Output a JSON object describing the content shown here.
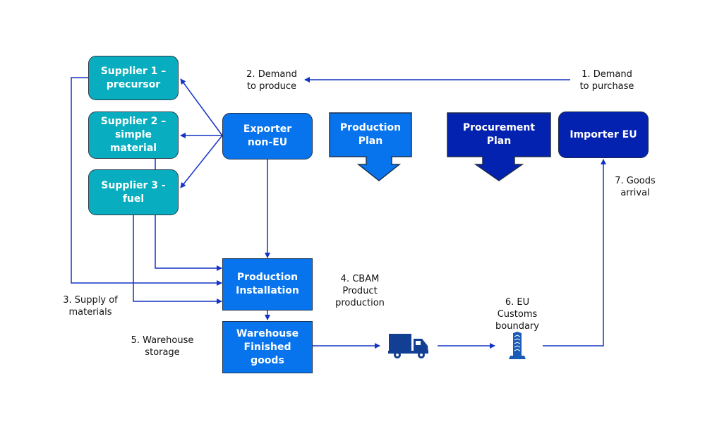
{
  "colors": {
    "supplier": "#08aebf",
    "process_blue": "#0774ee",
    "dark_blue": "#0322b0",
    "connector": "#1233c4",
    "icon_blue": "#123f93"
  },
  "nodes": {
    "supplier1": "Supplier 1 –\nprecursor",
    "supplier2": "Supplier 2 –\nsimple\nmaterial",
    "supplier3": "Supplier 3 -\nfuel",
    "exporter": "Exporter\nnon-EU",
    "production_plan": "Production\nPlan",
    "procurement_plan": "Procurement\nPlan",
    "importer": "Importer EU",
    "production_installation": "Production\nInstallation",
    "warehouse": "Warehouse\nFinished\ngoods"
  },
  "labels": {
    "step1": "1. Demand\nto purchase",
    "step2": "2. Demand\nto produce",
    "step3": "3. Supply of\nmaterials",
    "step4": "4. CBAM\nProduct\nproduction",
    "step5": "5. Warehouse\nstorage",
    "step6": "6. EU\nCustoms\nboundary",
    "step7": "7. Goods\narrival"
  },
  "icons": {
    "truck": "truck-icon",
    "customs": "customs-tower-icon"
  }
}
